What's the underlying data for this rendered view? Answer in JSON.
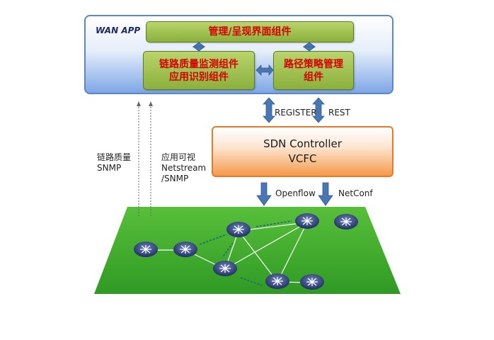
{
  "wan_app": {
    "label": "WAN APP",
    "mgmt_component": "管理/呈现界面组件",
    "link_quality_component": [
      "链路质量监测组件",
      "应用识别组件"
    ],
    "path_policy_component": [
      "路径策略管理",
      "组件"
    ]
  },
  "interfaces": {
    "register": "REGISTER",
    "rest": "REST",
    "openflow": "Openflow",
    "netconf": "NetConf"
  },
  "controller": {
    "title": "SDN Controller",
    "subtitle": "VCFC"
  },
  "left_labels": {
    "link_quality": [
      "链路质量",
      "SNMP"
    ],
    "app_visibility": [
      "应用可视",
      "Netstream",
      "/SNMP"
    ]
  },
  "colors": {
    "wan_border": "#5b86c8",
    "component_fill": "#9bbd4a",
    "component_text": "#d70000",
    "controller_fill": "#f59a4a",
    "network_plane": "#3fa92c",
    "arrow": "#4a77b4"
  }
}
